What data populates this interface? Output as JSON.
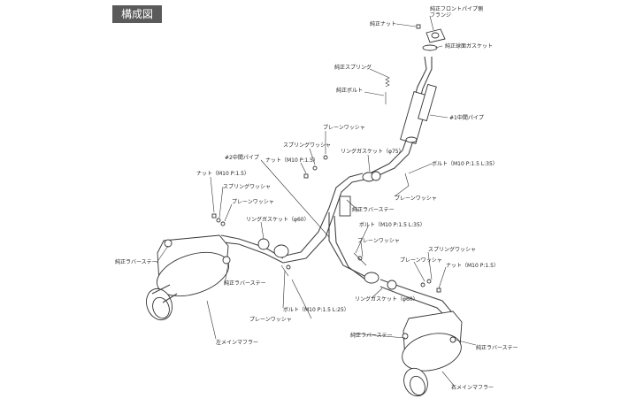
{
  "title_badge": "構成図",
  "labels": {
    "genuine_nut_top": "純正ナット",
    "front_pipe_flange": "純正フロントパイプ側\nフランジ",
    "ball_gasket": "純正球面ガスケット",
    "genuine_spring": "純正スプリング",
    "genuine_bolt": "純正ボルト",
    "center_pipe_1": "#1中間パイプ",
    "plain_washer_1": "プレーンワッシャ",
    "spring_washer_1": "スプリングワッシャ",
    "nut_m10_1": "ナット（M10 P:1.5）",
    "ring_gasket_75": "リングガスケット（φ75）",
    "center_pipe_2": "#2中間パイプ",
    "bolt_m10_35": "ボルト（M10 P:1.5 L:35）",
    "plain_washer_2": "プレーンワッシャ",
    "nut_m10_left": "ナット（M10 P:1.5）",
    "spring_washer_left": "スプリングワッシャ",
    "plain_washer_left": "プレーンワッシャ",
    "rubber_stay_center": "純正ラバーステー",
    "ring_gasket_60_left": "リングガスケット（φ60）",
    "bolt_m10_35_right": "ボルト（M10 P:1.5 L:35）",
    "plain_washer_right": "プレーンワッシャ",
    "spring_washer_right": "スプリングワッシャ",
    "plain_washer_right2": "プレーンワッシャ",
    "nut_m10_right": "ナット（M10 P:1.5）",
    "rubber_stay_left": "純正ラバーステー",
    "rubber_stay_left2": "純正ラバーステー",
    "bolt_m10_25": "ボルト（M10 P:1.5 L:25）",
    "ring_gasket_60_right": "リングガスケット（φ60）",
    "plain_washer_bottom": "プレーンワッシャ",
    "left_main_muffler": "左メインマフラー",
    "rubber_stay_right": "純正ラバーステー",
    "rubber_stay_right2": "純正ラバーステー",
    "right_main_muffler": "右メインマフラー"
  },
  "icons": [
    "nut-icon",
    "washer-icon",
    "spring-icon",
    "bolt-icon",
    "gasket-icon",
    "muffler-icon"
  ]
}
